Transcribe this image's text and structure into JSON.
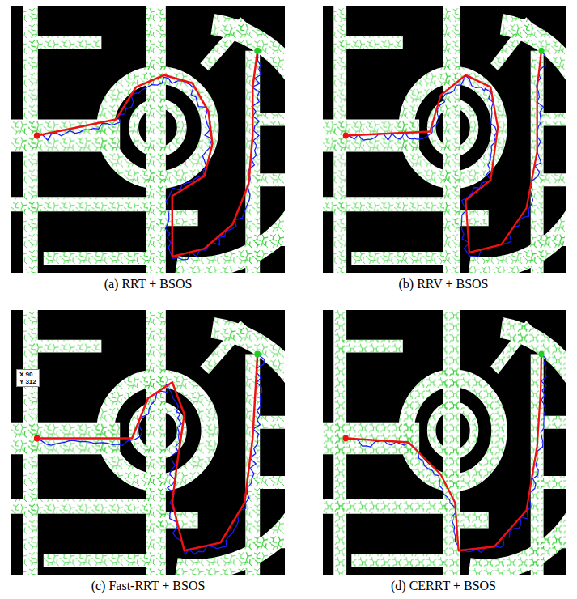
{
  "diagram": {
    "labels": [
      "(a) RRT + BSOS",
      "(b) RRV + BSOS",
      "X 90",
      "Y 312",
      "(c) Fast-RRT + BSOS",
      "(d) CERRT + BSOS"
    ]
  }
}
